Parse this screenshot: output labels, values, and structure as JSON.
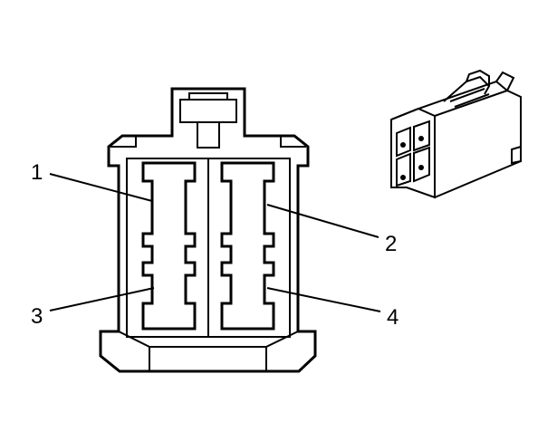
{
  "connector": {
    "terminals": [
      {
        "id": "pin-1",
        "label": "1"
      },
      {
        "id": "pin-2",
        "label": "2"
      },
      {
        "id": "pin-3",
        "label": "3"
      },
      {
        "id": "pin-4",
        "label": "4"
      }
    ]
  }
}
